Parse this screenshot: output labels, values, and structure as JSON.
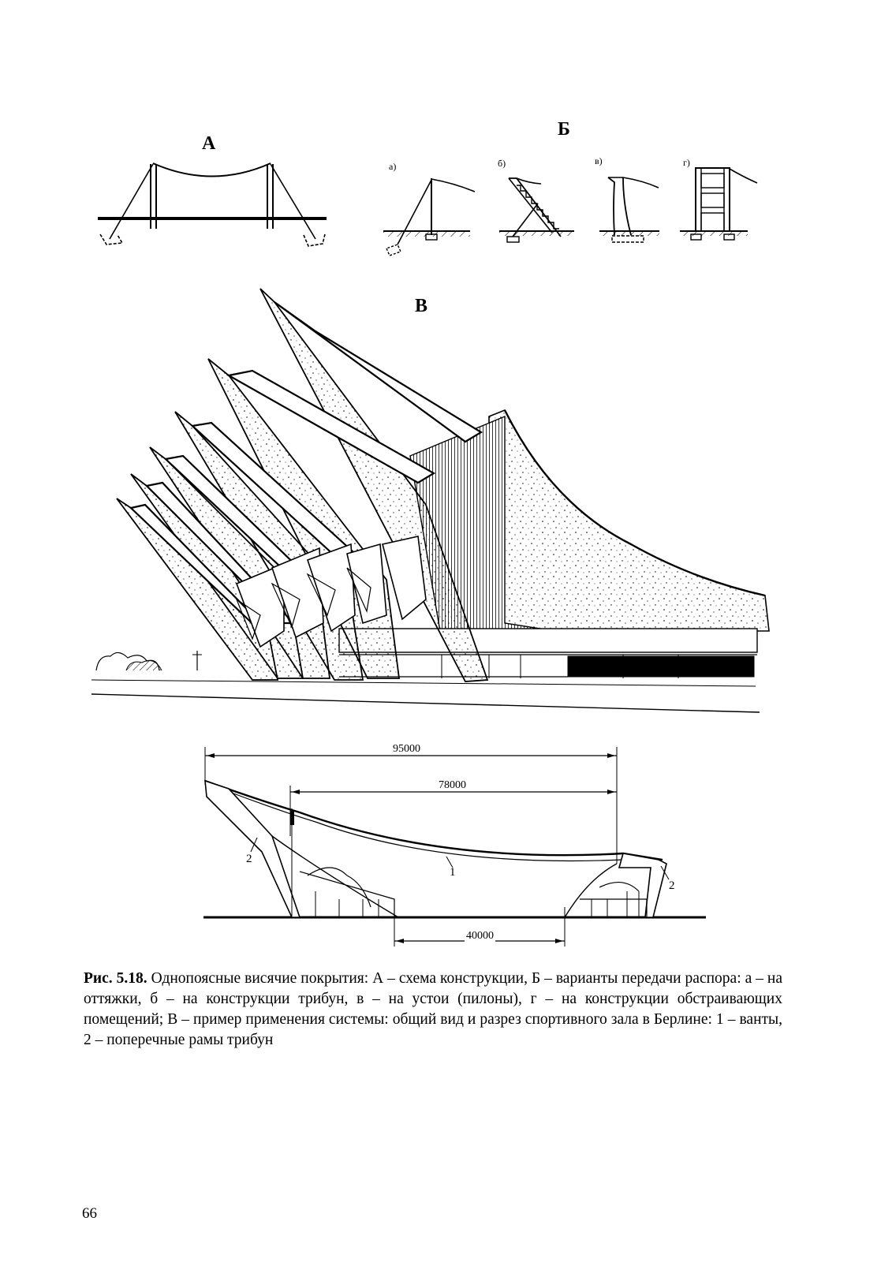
{
  "figure": {
    "label_a": "А",
    "label_b": "Б",
    "label_v": "В",
    "variants": {
      "a": "а)",
      "b": "б)",
      "v": "в)",
      "g": "г)"
    },
    "section": {
      "dim_total": "95000",
      "dim_span": "78000",
      "dim_arena": "40000",
      "callout_cables": "1",
      "callout_frame_left": "2",
      "callout_frame_right": "2"
    }
  },
  "caption": {
    "prefix": "Рис. 5.18.",
    "text": "Однопоясные висячие покрытия: А – схема конструкции, Б – варианты передачи распора: а – на оттяжки, б – на конструкции трибун, в – на устои (пилоны), г – на конструкции обстраивающих помещений; В – пример применения системы: общий вид и разрез спортивного зала в Берлине: 1 – ванты, 2 – поперечные рамы трибун"
  },
  "page_number": "66"
}
